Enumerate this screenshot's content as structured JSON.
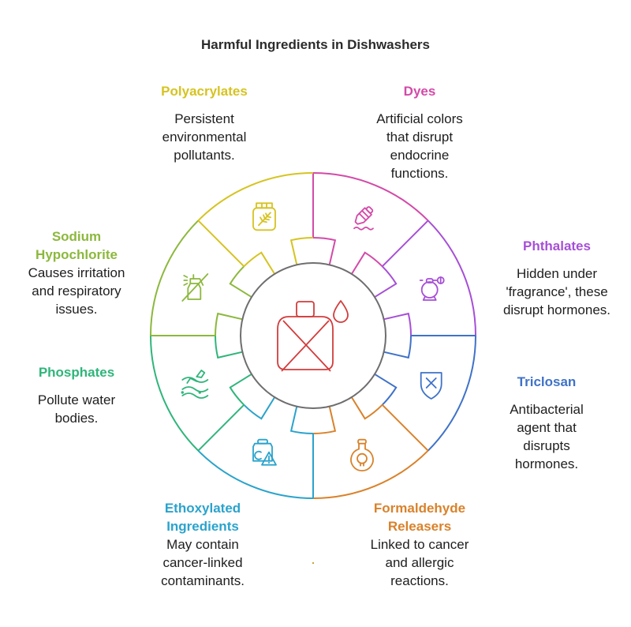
{
  "title": "Harmful Ingredients in Dishwashers",
  "center_icon": "crossed-bottle-drop-icon",
  "center_color": "#d23c3c",
  "items": [
    {
      "name": "Dyes",
      "lines": [
        "Artificial colors",
        "that disrupt",
        "endocrine",
        "functions."
      ],
      "color": "#d34aa8",
      "icon": "paint-tube-icon"
    },
    {
      "name": "Phthalates",
      "lines": [
        "Hidden under",
        "'fragrance', these",
        "disrupt hormones."
      ],
      "color": "#a64fd6",
      "icon": "perfume-bottle-icon"
    },
    {
      "name": "Triclosan",
      "lines": [
        "Antibacterial",
        "agent that",
        "disrupts",
        "hormones."
      ],
      "color": "#3f72c8",
      "icon": "shield-x-icon"
    },
    {
      "name": "Formaldehyde Releasers",
      "name_lines": [
        "Formaldehyde",
        "Releasers"
      ],
      "lines": [
        "Linked to cancer",
        "and allergic",
        "reactions."
      ],
      "color": "#d9822b",
      "icon": "poison-flask-icon"
    },
    {
      "name": "Ethoxylated Ingredients",
      "name_lines": [
        "Ethoxylated",
        "Ingredients"
      ],
      "lines": [
        "May contain",
        "cancer-linked",
        "contaminants."
      ],
      "color": "#2aa3cc",
      "icon": "chemical-warning-jar-icon"
    },
    {
      "name": "Phosphates",
      "lines": [
        "Pollute water",
        "bodies."
      ],
      "color": "#2fb57a",
      "icon": "polluted-water-icon"
    },
    {
      "name": "Sodium Hypochlorite",
      "name_lines": [
        "Sodium",
        "Hypochlorite"
      ],
      "lines": [
        "Causes irritation",
        "and respiratory",
        "issues."
      ],
      "color": "#8cb83c",
      "icon": "no-spray-bottle-icon"
    },
    {
      "name": "Polyacrylates",
      "lines": [
        "Persistent",
        "environmental",
        "pollutants."
      ],
      "color": "#d6c321",
      "icon": "herb-jar-icon"
    }
  ]
}
